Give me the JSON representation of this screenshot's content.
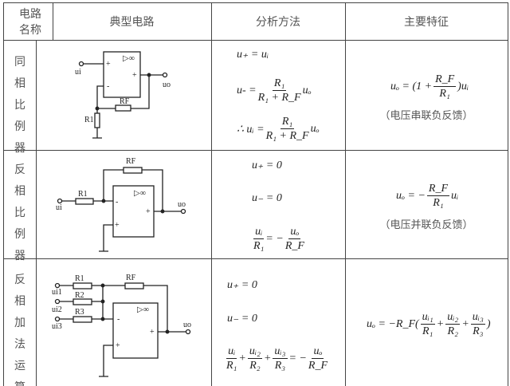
{
  "header": {
    "name_l1": "电路",
    "name_l2": "名称",
    "circuit": "典型电路",
    "analysis": "分析方法",
    "feature": "主要特征"
  },
  "rows": [
    {
      "name": [
        "同",
        "相",
        "比",
        "例",
        "器"
      ],
      "circuit": {
        "ui": "ui",
        "uo": "uo",
        "rf": "RF",
        "r1": "R1",
        "amp": "▷∞",
        "plus": "+",
        "minus": "-",
        "out_sign": "+"
      },
      "analysis": {
        "eq1": "u₊ = uᵢ",
        "eq2_lhs": "u- =",
        "eq2_num": "R₁",
        "eq2_den": "R₁ + R_F",
        "eq2_rhs": "uₒ",
        "eq3_pre": "∴  uᵢ =",
        "eq3_num": "R₁",
        "eq3_den": "R₁ + R_F",
        "eq3_rhs": "uₒ"
      },
      "feature": {
        "lhs": "uₒ = (1 +",
        "num": "R_F",
        "den": "R₁",
        "rhs": ")uᵢ",
        "note": "（电压串联负反馈）"
      }
    },
    {
      "name": [
        "反",
        "相",
        "比",
        "例",
        "器"
      ],
      "circuit": {
        "ui": "ui",
        "uo": "uo",
        "rf": "RF",
        "r1": "R1",
        "amp": "▷∞",
        "plus": "+",
        "minus": "-",
        "out_sign": "+"
      },
      "analysis": {
        "eq1": "u₊ = 0",
        "eq2": "u₋ = 0",
        "eq3_num1": "uᵢ",
        "eq3_den1": "R₁",
        "eq3_mid": "= −",
        "eq3_num2": "uₒ",
        "eq3_den2": "R_F"
      },
      "feature": {
        "lhs": "uₒ = −",
        "num": "R_F",
        "den": "R₁",
        "rhs": "uᵢ",
        "note": "（电压并联负反馈）"
      }
    },
    {
      "name": [
        "反",
        "相",
        "加",
        "法",
        "运",
        "算"
      ],
      "circuit": {
        "ui1": "ui1",
        "ui2": "ui2",
        "ui3": "ui3",
        "uo": "uo",
        "rf": "RF",
        "r1": "R1",
        "r2": "R2",
        "r3": "R3",
        "amp": "▷∞",
        "plus": "+",
        "minus": "-",
        "out_sign": "+"
      },
      "analysis": {
        "eq1": "u₊ = 0",
        "eq2": "u₋ = 0",
        "n1": "uᵢ",
        "d1": "R₁",
        "n2": "uᵢ₂",
        "d2": "R₂",
        "n3": "uᵢ₃",
        "d3": "R₃",
        "mid": "= −",
        "n4": "uₒ",
        "d4": "R_F",
        "plus": "+"
      },
      "feature": {
        "lhs": "uₒ = −R_F(",
        "n1": "uᵢ₁",
        "d1": "R₁",
        "n2": "uᵢ₂",
        "d2": "R₂",
        "n3": "uᵢ₃",
        "d3": "R₃",
        "rhs": ")",
        "plus": "+"
      }
    }
  ]
}
